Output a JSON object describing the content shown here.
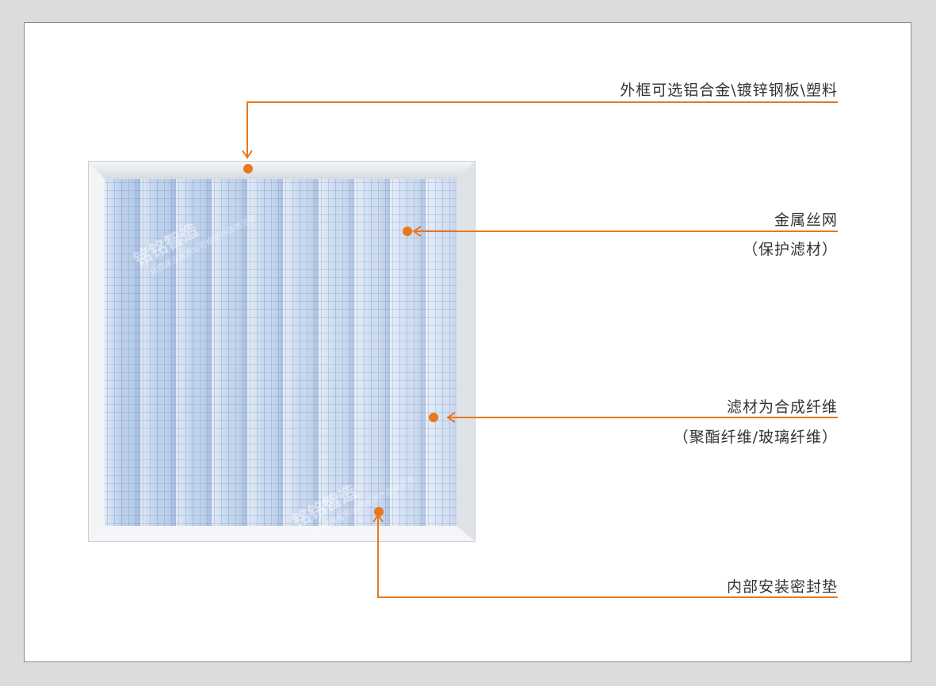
{
  "accent_color": "#e8781c",
  "callouts": {
    "frame": {
      "line1": "外框可选铝合金\\镀锌钢板\\塑料"
    },
    "mesh": {
      "line1": "金属丝网",
      "line2": "（保护滤材）"
    },
    "media": {
      "line1": "滤材为合成纤维",
      "line2": "（聚酯纤维/玻璃纤维）"
    },
    "gasket": {
      "line1": "内部安装密封垫"
    }
  },
  "watermark": {
    "brand": "铭铭智造",
    "tagline": "铭铭建设有限公司提供产品供货商"
  }
}
